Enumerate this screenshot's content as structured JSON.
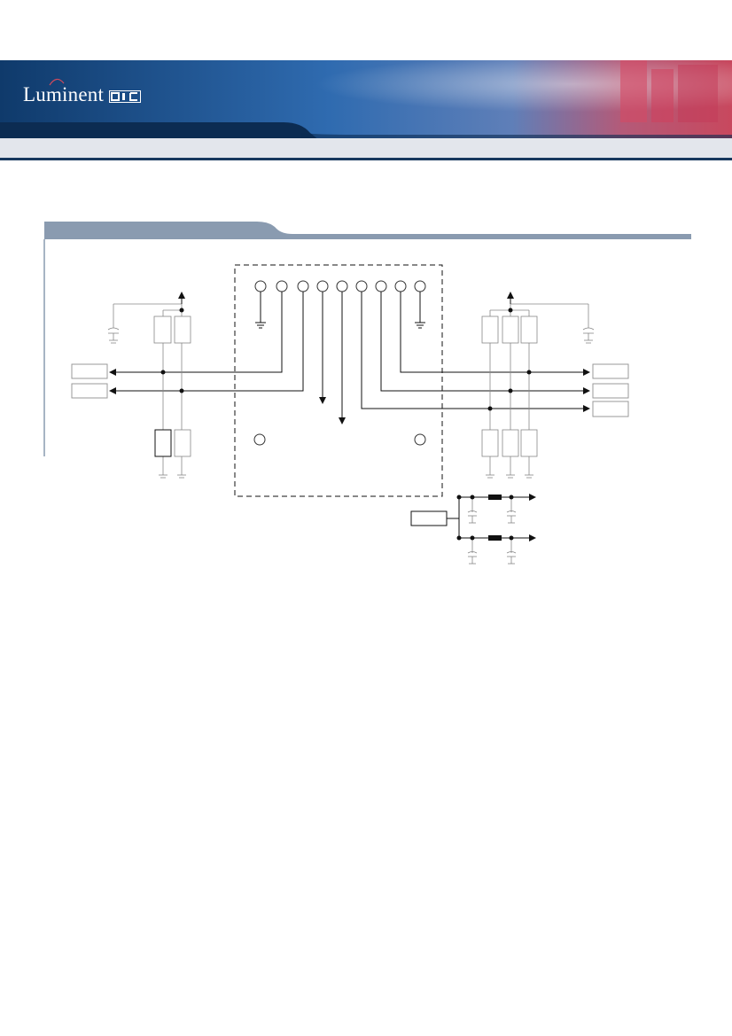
{
  "header": {
    "logo_text": "Luminent",
    "logo_mark": "OIC",
    "colors": {
      "banner_dark": "#0f3a6b",
      "banner_mid": "#2b63a8",
      "accent_red": "#c0405a",
      "rule": "#17385e"
    }
  },
  "diagram": {
    "section_tab_color": "#8a9bb0",
    "connector_pins": 9,
    "left_io_boxes": 2,
    "right_io_boxes": 3,
    "power_filter_box": 1
  }
}
